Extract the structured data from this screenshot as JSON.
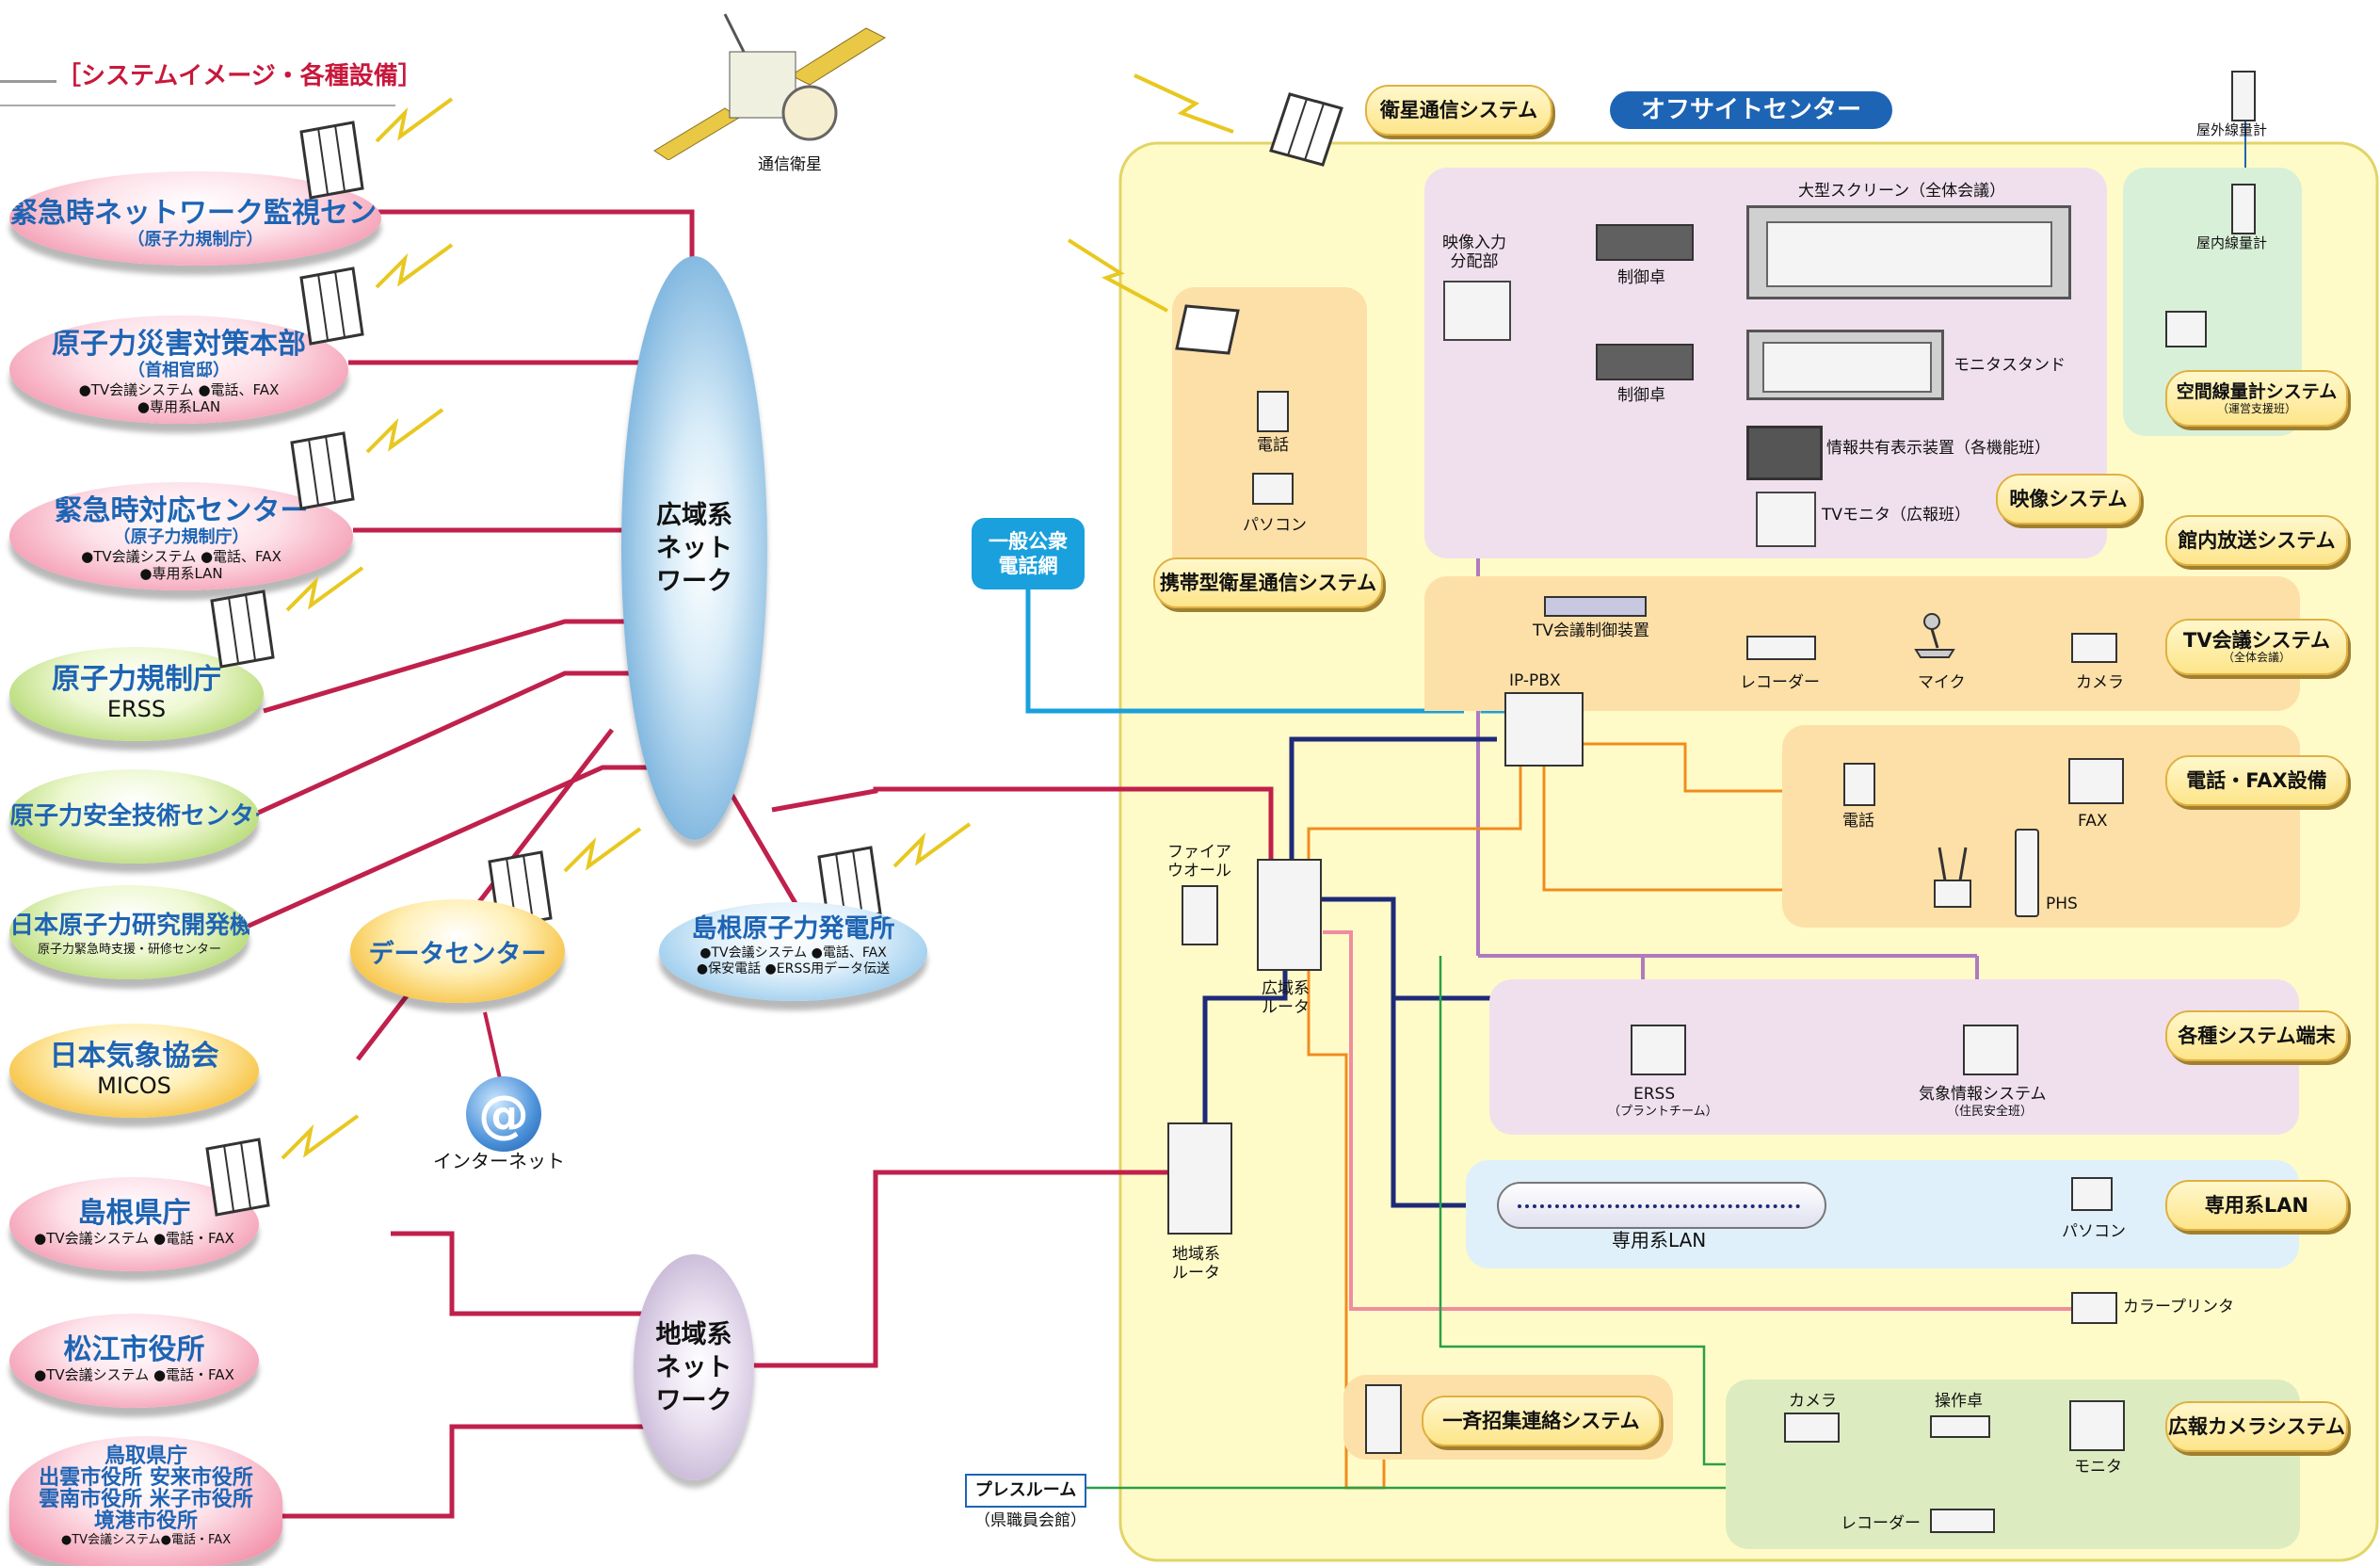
{
  "header": {
    "title": "［システムイメージ・各種設備］"
  },
  "satellite": {
    "label": "通信衛星"
  },
  "offsite": {
    "title": "オフサイトセンター"
  },
  "networks": {
    "wide": "広域系\nネット\nワーク",
    "local": "地域系\nネット\nワーク",
    "public_phone": "一般公衆\n電話網"
  },
  "left_nodes": [
    {
      "title": "緊急時ネットワーク監視センター",
      "sub": "（原子力規制庁）",
      "notes": ""
    },
    {
      "title": "原子力災害対策本部",
      "sub": "（首相官邸）",
      "notes": "●TV会議システム ●電話、FAX\n●専用系LAN"
    },
    {
      "title": "緊急時対応センター",
      "sub": "（原子力規制庁）",
      "notes": "●TV会議システム ●電話、FAX\n●専用系LAN"
    },
    {
      "title": "原子力規制庁",
      "sub": "ERSS",
      "notes": ""
    },
    {
      "title": "原子力安全技術センター",
      "sub": "",
      "notes": ""
    },
    {
      "title": "日本原子力研究開発機構",
      "sub": "",
      "notes": "原子力緊急時支援・研修センター"
    },
    {
      "title": "日本気象協会",
      "sub": "MICOS",
      "notes": ""
    },
    {
      "title": "島根県庁",
      "sub": "",
      "notes": "●TV会議システム ●電話・FAX"
    },
    {
      "title": "松江市役所",
      "sub": "",
      "notes": "●TV会議システム ●電話・FAX"
    },
    {
      "title": "鳥取県庁\n出雲市役所 安来市役所\n雲南市役所 米子市役所\n境港市役所",
      "sub": "",
      "notes": "●TV会議システム●電話・FAX"
    }
  ],
  "data_center": {
    "label": "データセンター"
  },
  "internet": {
    "label": "インターネット"
  },
  "plant": {
    "title": "島根原子力発電所",
    "notes": "●TV会議システム ●電話、FAX\n●保安電話 ●ERSS用データ伝送"
  },
  "tags": {
    "sat_comm": "衛星通信システム",
    "portable_sat": "携帯型衛星通信システム",
    "video": "映像システム",
    "broadcast": "館内放送システム",
    "tv_conf": "TV会議システム",
    "tv_conf_sub": "（全体会議）",
    "phone_fax": "電話・FAX設備",
    "terminals": "各種システム端末",
    "lan": "専用系LAN",
    "pr_camera": "広報カメラシステム",
    "radiation": "空間線量計システム",
    "radiation_sub": "（運営支援班）",
    "callup": "一斉招集連絡システム"
  },
  "labels": {
    "big_screen": "大型スクリーン（全体会議）",
    "monitor_stand": "モニタスタンド",
    "control_desk": "制御卓",
    "video_input": "映像入力\n分配部",
    "info_share": "情報共有表示装置（各機能班）",
    "tv_monitor": "TVモニタ（広報班）",
    "phone": "電話",
    "pc": "パソコン",
    "tv_ctrl": "TV会議制御装置",
    "recorder": "レコーダー",
    "mic": "マイク",
    "camera": "カメラ",
    "ippbx": "IP-PBX",
    "fax": "FAX",
    "phs": "PHS",
    "firewall": "ファイア\nウオール",
    "wide_router": "広域系\nルータ",
    "local_router": "地域系\nルータ",
    "erss": "ERSS",
    "erss_sub": "（プラントチーム）",
    "weather": "気象情報システム",
    "weather_sub": "（住民安全班）",
    "lan_label": "専用系LAN",
    "color_printer": "カラープリンタ",
    "console": "操作卓",
    "monitor": "モニタ",
    "outdoor_meter": "屋外線量計",
    "indoor_meter": "屋内線量計",
    "press_room": "プレスルーム",
    "press_room_sub": "（県職員会館）"
  },
  "colors": {
    "wire_red": "#c0204c",
    "wire_blue": "#1e2a78",
    "wire_purple": "#b07ac0",
    "wire_orange": "#f08c1e",
    "wire_pink": "#f08ca0",
    "wire_green": "#2aa048",
    "wire_cyan": "#1aa0dc",
    "offsite_bg": "#fffbc8"
  }
}
